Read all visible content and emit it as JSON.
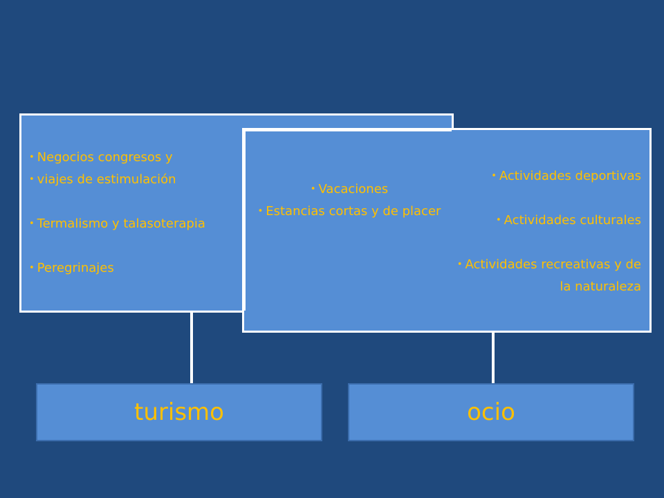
{
  "turismo_box": {
    "items": [
      "Negocios congresos y",
      "viajes de estimulación",
      "Termalismo y talasoterapia",
      "Peregrinajes"
    ]
  },
  "overlap_box": {
    "items": [
      "Vacaciones",
      "Estancias cortas y de placer"
    ]
  },
  "ocio_box": {
    "items": [
      "Actividades deportivas",
      "Actividades culturales",
      "Actividades recreativas y de la naturaleza"
    ]
  },
  "labels": {
    "turismo": "turismo",
    "ocio": "ocio"
  },
  "colors": {
    "background": "#1f497d",
    "box_fill": "#558ed5",
    "text": "#ffc000",
    "border": "#ffffff"
  }
}
